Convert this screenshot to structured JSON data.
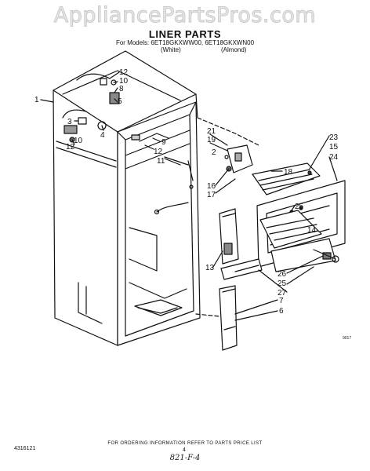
{
  "watermark": "AppliancePartsPros.com",
  "header": {
    "title": "LINER PARTS",
    "models_line": "For Models: 6ET18GKXWW00, 6ET18GKXWN00",
    "variant_white": "(White)",
    "variant_almond": "(Almond)"
  },
  "callouts": [
    "1",
    "12",
    "10",
    "8",
    "5",
    "3",
    "12",
    "10",
    "4",
    "9",
    "12",
    "11",
    "2",
    "21",
    "19",
    "16",
    "17",
    "18",
    "23",
    "15",
    "24",
    "25",
    "14",
    "13",
    "26",
    "25",
    "27",
    "7",
    "6"
  ],
  "footer": {
    "order_note": "FOR ORDERING INFORMATION REFER TO PARTS PRICE LIST",
    "part_number": "4316121",
    "page": "4",
    "handwritten": "821-F-4",
    "code": "9017"
  }
}
